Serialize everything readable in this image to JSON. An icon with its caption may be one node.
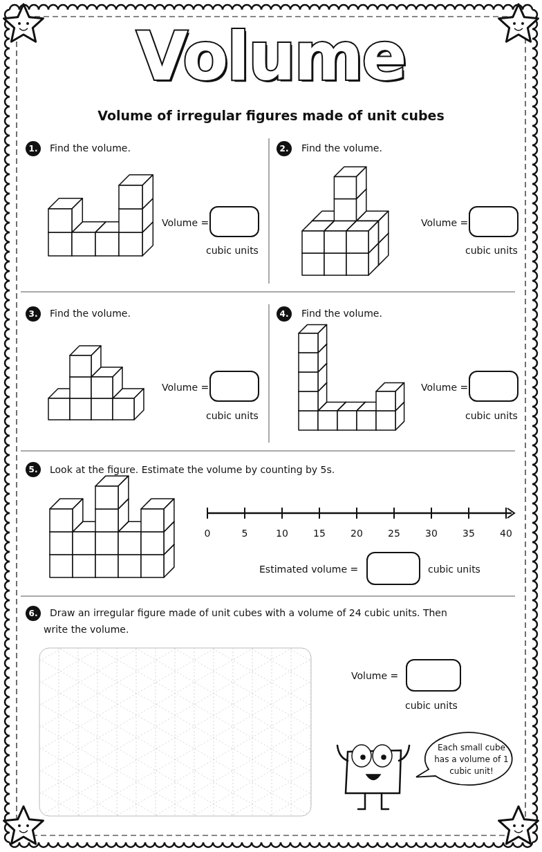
{
  "diagram": {
    "title": "Volume",
    "nodes": [
      {
        "text": [
          "Each small cube has a volume of 1 cubic unit!"
        ]
      }
    ],
    "edges": [],
    "labels": [
      "Volume of irregular figures made of unit cubes",
      "1.",
      "Find the volume.",
      "2.",
      "Find the volume.",
      "Volume =",
      "Volume =",
      "cubic units",
      "cubic units",
      "3.",
      "Find the volume.",
      "4.",
      "Find the volume.",
      "Volume =",
      "Volume =",
      "cubic units",
      "cubic units",
      "5.",
      "Look at the figure. Estimate the volume by counting by 5s.",
      "0",
      "5",
      "10",
      "15",
      "20",
      "25",
      "30",
      "35",
      "40",
      "Estimated volume =",
      "cubic units",
      "6.",
      "Draw an irregular figure made of unit cubes with a volume of 24 cubic units. Then write the volume.",
      "Volume =",
      "cubic units"
    ]
  }
}
